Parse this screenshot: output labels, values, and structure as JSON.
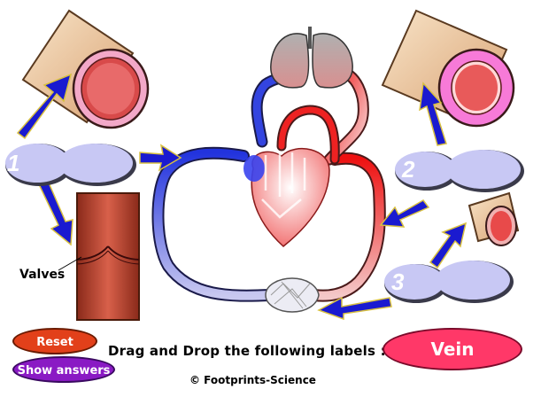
{
  "drop_zones": [
    {
      "number": "1"
    },
    {
      "number": "2"
    },
    {
      "number": "3"
    }
  ],
  "valves_label": "Valves",
  "buttons": {
    "reset": "Reset",
    "show_answers": "Show answers"
  },
  "instruction": "Drag and Drop the following labels :",
  "drag_label": "Vein",
  "copyright": "© Footprints-Science",
  "colors": {
    "deoxygenated": "#2233dd",
    "oxygenated": "#ee1111",
    "drop_zone_fill": "#c8c8f4",
    "arrow": "#1a1ad0",
    "vein_chip": "#ff3868"
  }
}
